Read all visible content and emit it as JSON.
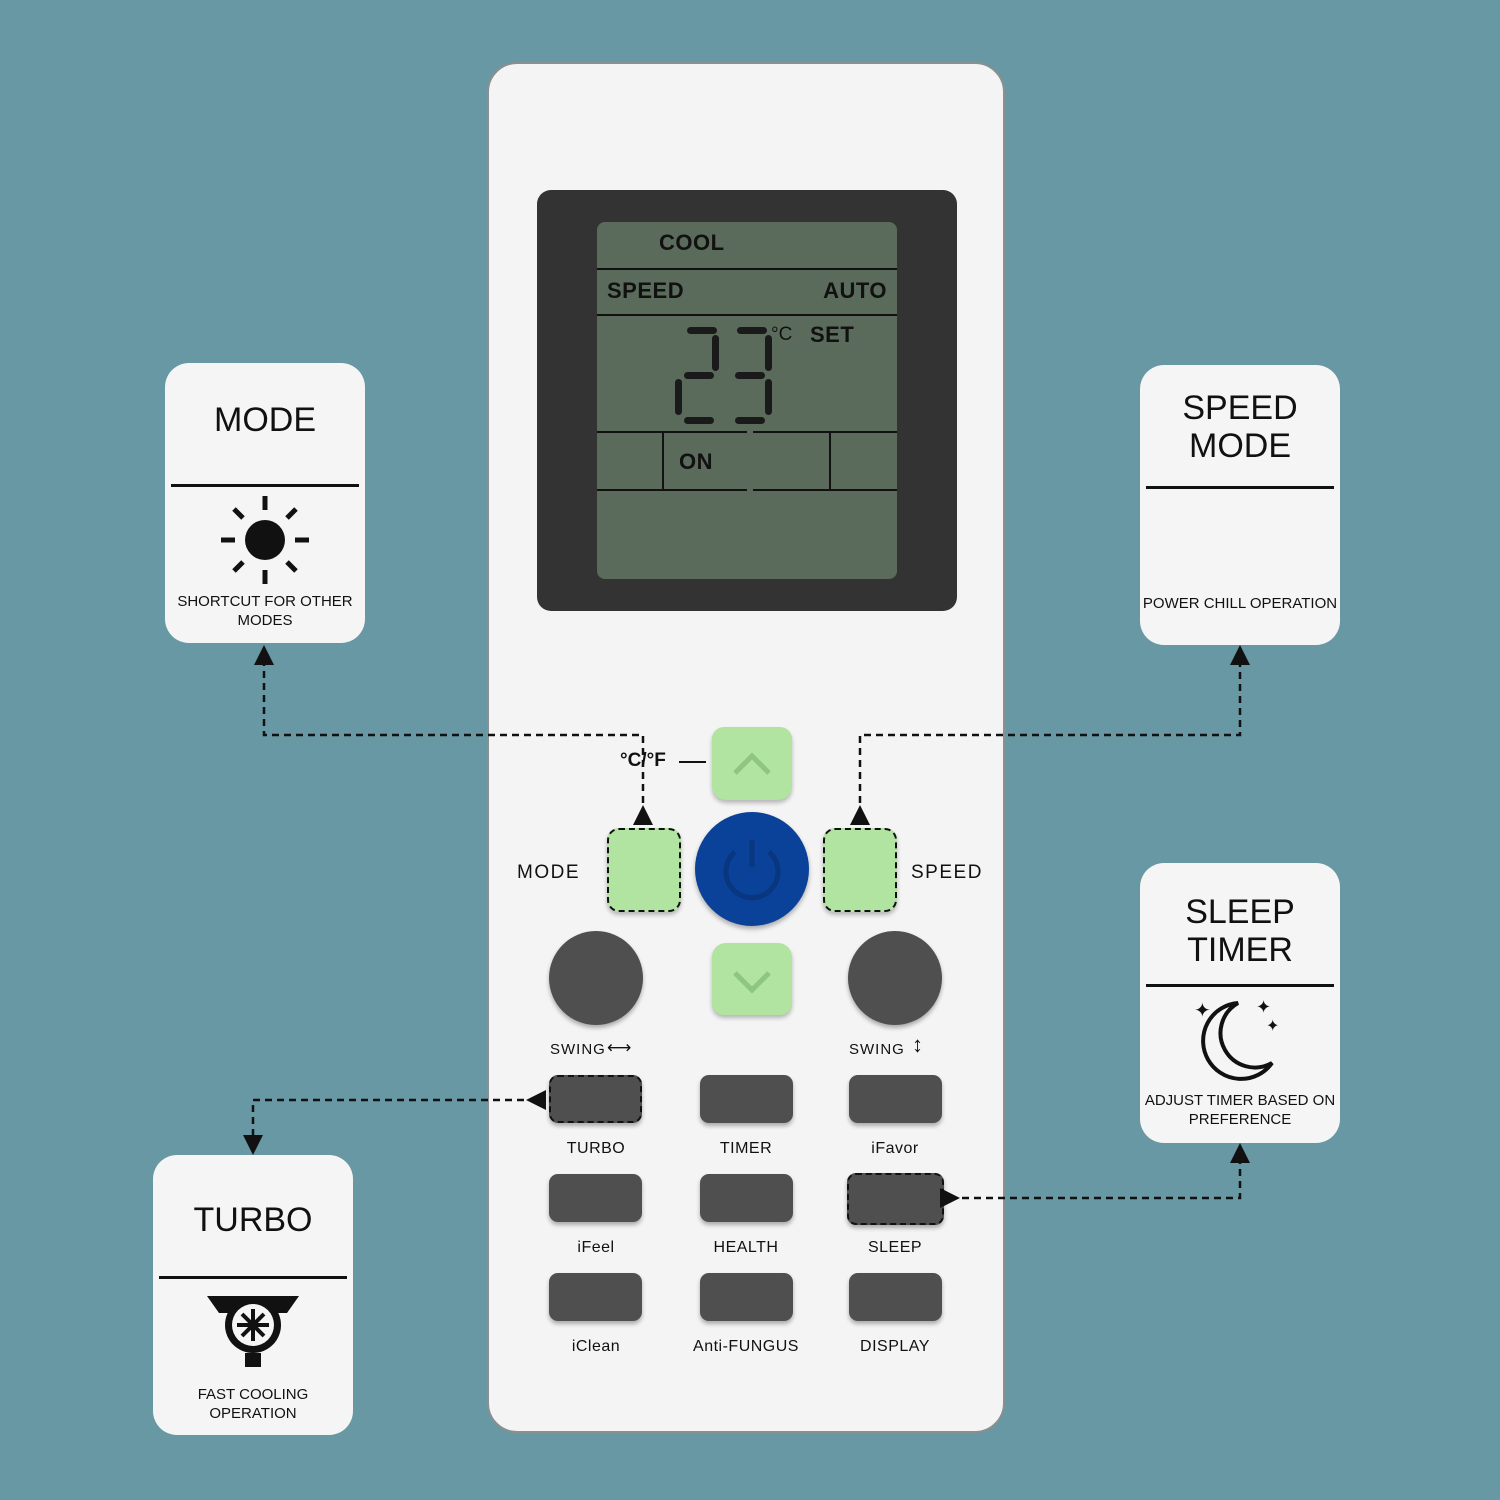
{
  "lcd": {
    "mode": "COOL",
    "speed_label": "SPEED",
    "speed_value": "AUTO",
    "temperature": "23",
    "unit": "°C",
    "set_label": "SET",
    "timer_status": "ON"
  },
  "remote": {
    "unit_toggle_label": "°C/°F",
    "mode_label": "MODE",
    "speed_label": "SPEED",
    "swing_horizontal_label": "SWING",
    "swing_vertical_label": "SWING",
    "buttons": [
      {
        "label": "TURBO"
      },
      {
        "label": "TIMER"
      },
      {
        "label": "iFavor"
      },
      {
        "label": "iFeel"
      },
      {
        "label": "HEALTH"
      },
      {
        "label": "SLEEP"
      },
      {
        "label": "iClean"
      },
      {
        "label": "Anti-FUNGUS"
      },
      {
        "label": "DISPLAY"
      }
    ],
    "power_color": "#0a4199",
    "accent_green": "#b0e4a0"
  },
  "callouts": {
    "mode": {
      "title": "MODE",
      "icon": "sun-icon",
      "desc": "SHORTCUT FOR OTHER MODES"
    },
    "speed": {
      "title1": "SPEED",
      "title2": "MODE",
      "desc": "POWER CHILL OPERATION"
    },
    "sleep": {
      "title1": "SLEEP",
      "title2": "TIMER",
      "icon": "moon-stars-icon",
      "desc": "ADJUST TIMER BASED ON PREFERENCE"
    },
    "turbo": {
      "title": "TURBO",
      "icon": "fan-icon",
      "desc": "FAST COOLING OPERATION"
    }
  }
}
